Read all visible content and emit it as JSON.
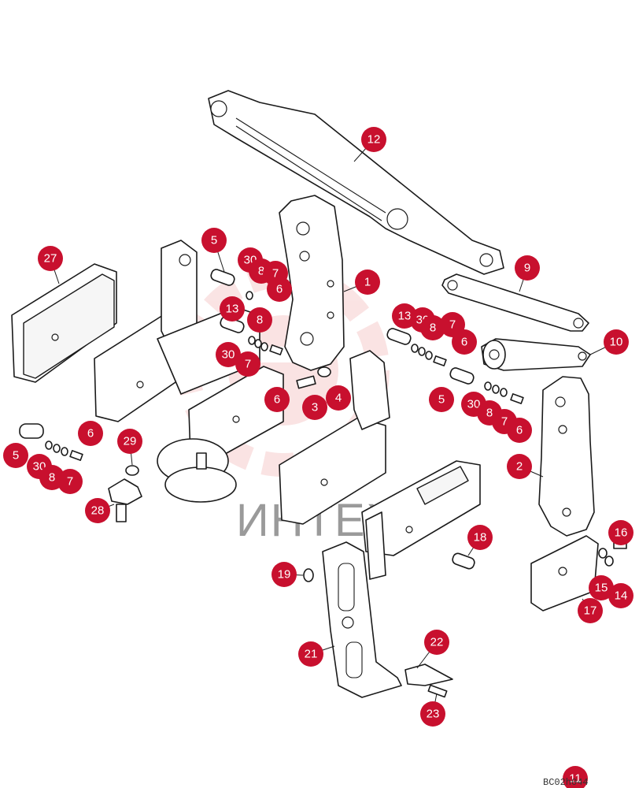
{
  "diagram": {
    "watermark_text": "ИНТЕХ",
    "drawing_code": "BC02h044",
    "colors": {
      "callout": "#c8102e",
      "watermark": "#e46a6a",
      "line": "#1a1a1a"
    },
    "callouts": [
      {
        "id": "c12",
        "label": "12"
      },
      {
        "id": "c27",
        "label": "27"
      },
      {
        "id": "c5a",
        "label": "5"
      },
      {
        "id": "c30a",
        "label": "30"
      },
      {
        "id": "c8a",
        "label": "8"
      },
      {
        "id": "c7a",
        "label": "7"
      },
      {
        "id": "c6a",
        "label": "6"
      },
      {
        "id": "c13a",
        "label": "13"
      },
      {
        "id": "c8b",
        "label": "8"
      },
      {
        "id": "c1",
        "label": "1"
      },
      {
        "id": "c9",
        "label": "9"
      },
      {
        "id": "c13b",
        "label": "13"
      },
      {
        "id": "c30b",
        "label": "30"
      },
      {
        "id": "c8c",
        "label": "8"
      },
      {
        "id": "c7b",
        "label": "7"
      },
      {
        "id": "c6b",
        "label": "6"
      },
      {
        "id": "c10",
        "label": "10"
      },
      {
        "id": "c30c",
        "label": "30"
      },
      {
        "id": "c7c",
        "label": "7"
      },
      {
        "id": "c4",
        "label": "4"
      },
      {
        "id": "c3",
        "label": "3"
      },
      {
        "id": "c6c",
        "label": "6"
      },
      {
        "id": "c5b",
        "label": "5"
      },
      {
        "id": "c30d",
        "label": "30"
      },
      {
        "id": "c8d",
        "label": "8"
      },
      {
        "id": "c7d",
        "label": "7"
      },
      {
        "id": "c6d",
        "label": "6"
      },
      {
        "id": "c6e",
        "label": "6"
      },
      {
        "id": "c5c",
        "label": "5"
      },
      {
        "id": "c30e",
        "label": "30"
      },
      {
        "id": "c8e",
        "label": "8"
      },
      {
        "id": "c7e",
        "label": "7"
      },
      {
        "id": "c29",
        "label": "29"
      },
      {
        "id": "c28",
        "label": "28"
      },
      {
        "id": "c2",
        "label": "2"
      },
      {
        "id": "c16",
        "label": "16"
      },
      {
        "id": "c15",
        "label": "15"
      },
      {
        "id": "c14",
        "label": "14"
      },
      {
        "id": "c17",
        "label": "17"
      },
      {
        "id": "c18",
        "label": "18"
      },
      {
        "id": "c19",
        "label": "19"
      },
      {
        "id": "c21",
        "label": "21"
      },
      {
        "id": "c22",
        "label": "22"
      },
      {
        "id": "c23",
        "label": "23"
      },
      {
        "id": "c11",
        "label": "11"
      }
    ]
  }
}
